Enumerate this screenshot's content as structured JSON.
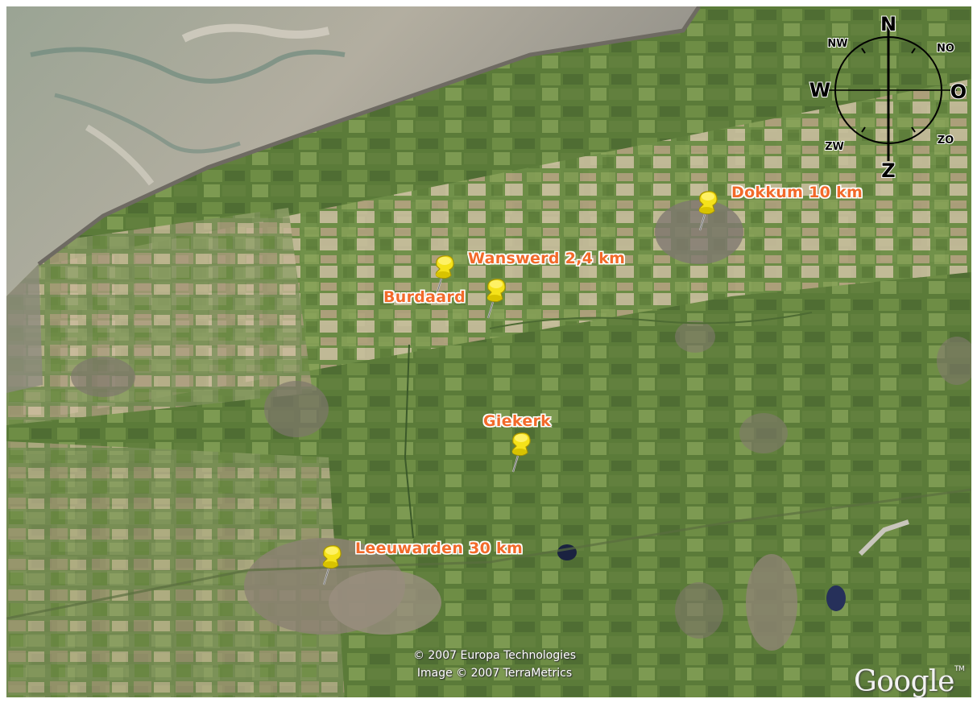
{
  "map": {
    "placemarks": [
      {
        "name": "dokkum",
        "label": "Dokkum 10 km"
      },
      {
        "name": "wanswerd",
        "label": "Wanswerd 2,4 km"
      },
      {
        "name": "burdaard",
        "label": "Burdaard"
      },
      {
        "name": "giekerk",
        "label": "Giekerk"
      },
      {
        "name": "leeuwarden",
        "label": "Leeuwarden 30 km"
      }
    ],
    "compass": {
      "n": "N",
      "ne": "NO",
      "e": "O",
      "se": "ZO",
      "s": "Z",
      "sw": "ZW",
      "w": "W",
      "nw": "NW"
    },
    "copyright": {
      "line1": "© 2007 Europa Technologies",
      "line2": "Image © 2007 TerraMetrics"
    },
    "logo": "Google",
    "logo_tm": "TM",
    "pin_color": "#f5e21a"
  }
}
